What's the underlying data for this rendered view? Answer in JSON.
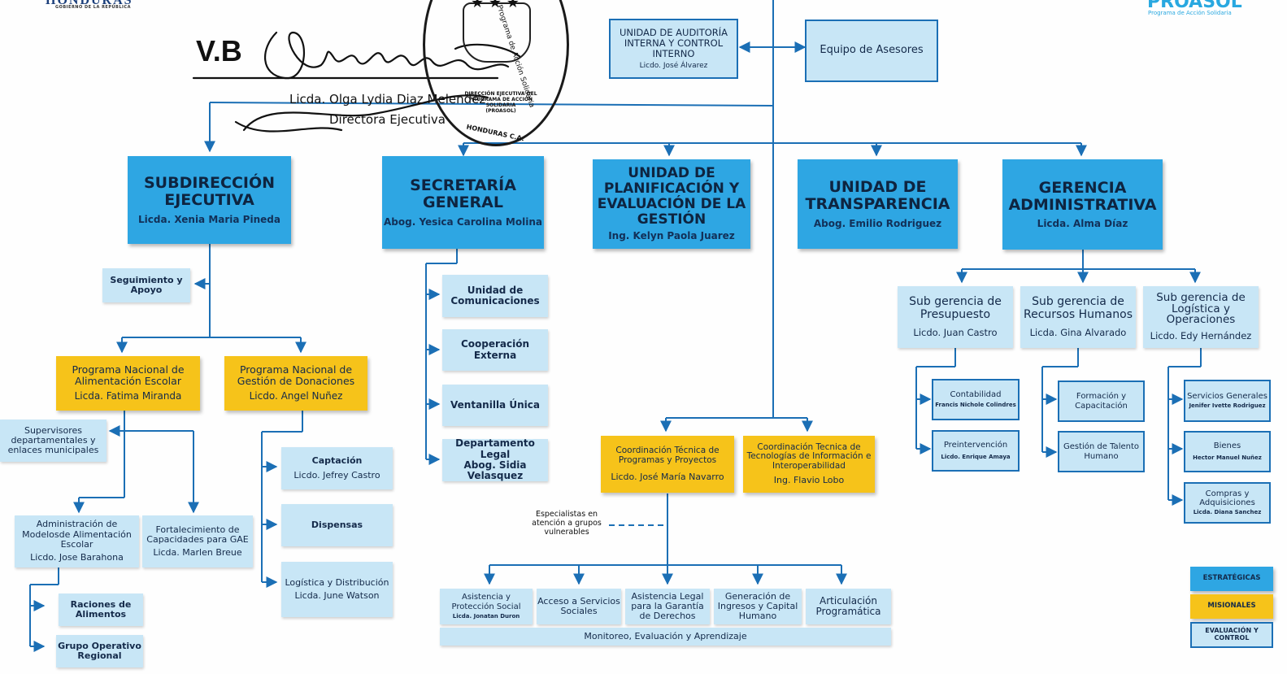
{
  "header": {
    "left_logo_text": "HONDURAS",
    "left_logo_sub": "GOBIERNO DE LA REPÚBLICA",
    "right_logo_text": "PROASOL",
    "right_logo_sub": "Programa de Acción Solidaria"
  },
  "approval": {
    "vb": "V.B",
    "signer_name": "Licda. Olga Lydia Diaz Melendez",
    "signer_title": "Directora Ejecutiva",
    "stamp_lines": [
      "DIRECCIÓN EJECUTIVA DEL",
      "PROGRAMA DE ACCIÓN SOLIDARIA",
      "(PROASOL)"
    ],
    "stamp_arc_top": "Programa de Acción Solidaria",
    "stamp_arc_bottom": "HONDURAS C.A."
  },
  "top_units": {
    "auditoria": {
      "title": "UNIDAD DE AUDITORÍA INTERNA Y CONTROL INTERNO",
      "name": "Licdo. José Álvarez"
    },
    "asesores": {
      "title": "Equipo de Asesores"
    }
  },
  "main_units": [
    {
      "title": "SUBDIRECCIÓN EJECUTIVA",
      "name": "Licda. Xenia Maria Pineda"
    },
    {
      "title": "SECRETARÍA GENERAL",
      "name": "Abog. Yesica Carolina Molina"
    },
    {
      "title": "UNIDAD DE PLANIFICACIÓN Y EVALUACIÓN DE LA GESTIÓN",
      "name": "Ing. Kelyn Paola Juarez"
    },
    {
      "title": "UNIDAD DE TRANSPARENCIA",
      "name": "Abog. Emilio Rodriguez"
    },
    {
      "title": "GERENCIA ADMINISTRATIVA",
      "name": "Licda. Alma Díaz"
    }
  ],
  "subdireccion": {
    "seguimiento": "Seguimiento y Apoyo",
    "programa_alimentacion": {
      "title": "Programa Nacional de Alimentación Escolar",
      "name": "Licda. Fatima Miranda"
    },
    "programa_donaciones": {
      "title": "Programa Nacional de Gestión de Donaciones",
      "name": "Licdo. Angel Nuñez"
    },
    "supervisores": "Supervisores departamentales y enlaces municipales",
    "administracion": {
      "title": "Administración de Modelosde Alimentación Escolar",
      "name": "Licdo. Jose Barahona"
    },
    "fortalecimiento": {
      "title": "Fortalecimiento de Capacidades para GAE",
      "name": "Licda. Marlen Breue"
    },
    "raciones": "Raciones de Alimentos",
    "grupo_operativo": "Grupo Operativo Regional",
    "captacion": {
      "title": "Captación",
      "name": "Licdo. Jefrey Castro"
    },
    "dispensas": "Dispensas",
    "logistica": {
      "title": "Logística y Distribución",
      "name": "Licda. June Watson"
    }
  },
  "secretaria": {
    "comunicaciones": "Unidad de Comunicaciones",
    "cooperacion": "Cooperación Externa",
    "ventanilla": "Ventanilla Única",
    "legal": {
      "title": "Departamento Legal",
      "name": "Abog. Sidia Velasquez"
    }
  },
  "coordinaciones": {
    "programas": {
      "title": "Coordinación Técnica de Programas y Proyectos",
      "name": "Licdo. José María Navarro"
    },
    "tecnologias": {
      "title": "Coordinación Tecnica de Tecnologías de Información e Interoperabilidad",
      "name": "Ing. Flavio Lobo"
    },
    "especialistas": "Especialistas en atención a grupos vulnerables",
    "bottom": [
      {
        "title": "Asistencia y Protección Social",
        "name": "Licda. Jonatan Duron"
      },
      {
        "title": "Acceso a Servicios Sociales",
        "name": ""
      },
      {
        "title": "Asistencia Legal para la Garantía de Derechos",
        "name": ""
      },
      {
        "title": "Generación de Ingresos y Capital Humano",
        "name": ""
      },
      {
        "title": "Articulación Programática",
        "name": ""
      }
    ],
    "monitoreo": "Monitoreo, Evaluación y Aprendizaje"
  },
  "gerencia": {
    "subgerencias": [
      {
        "title": "Sub gerencia de Presupuesto",
        "name": "Licdo. Juan Castro"
      },
      {
        "title": "Sub gerencia de Recursos Humanos",
        "name": "Licda. Gina Alvarado"
      },
      {
        "title": "Sub gerencia de Logística y Operaciones",
        "name": "Licdo. Edy Hernández"
      }
    ],
    "contabilidad": {
      "title": "Contabilidad",
      "name": "Francis Nichole Colindres"
    },
    "preintervencion": {
      "title": "Preintervención",
      "name": "Licdo. Enrique Amaya"
    },
    "formacion": "Formación y Capacitación",
    "talento": "Gestión de Talento Humano",
    "servicios": {
      "title": "Servicios Generales",
      "name": "Jenifer Ivette Rodriguez"
    },
    "bienes": {
      "title": "Bienes",
      "name": "Hector Manuel Nuñez"
    },
    "compras": {
      "title": "Compras y Adquisiciones",
      "name": "Licda. Diana Sanchez"
    }
  },
  "legend": [
    {
      "label": "ESTRATÉGICAS",
      "color": "#2ea6e3"
    },
    {
      "label": "MISIONALES",
      "color": "#f6c31a"
    },
    {
      "label": "EVALUACIÓN Y CONTROL",
      "color": "#c8e6f6"
    }
  ]
}
